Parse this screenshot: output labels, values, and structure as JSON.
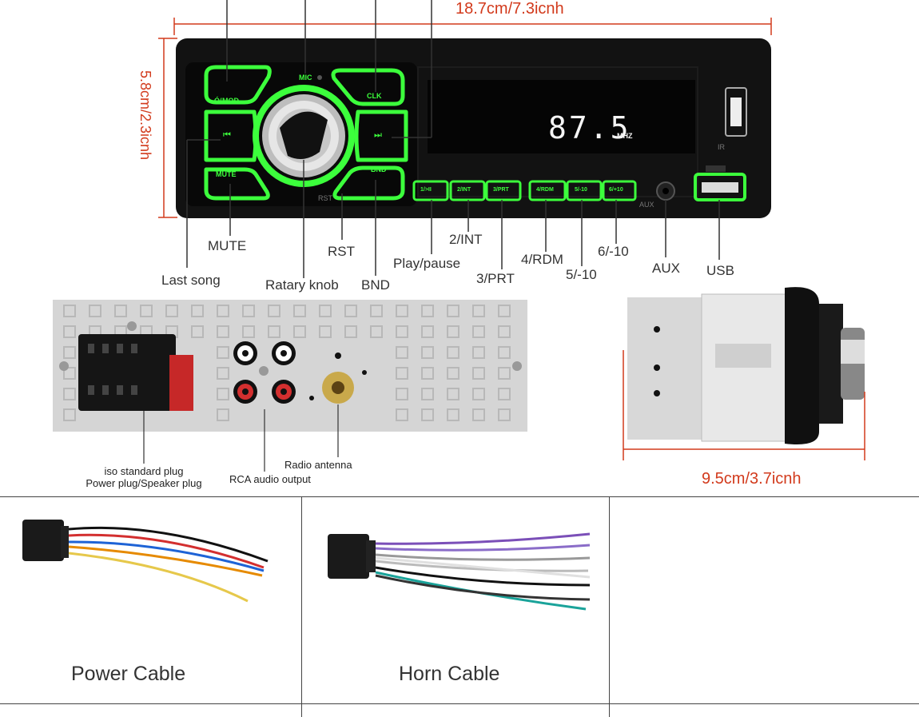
{
  "dimensions": {
    "width": "18.7cm/7.3icnh",
    "height": "5.8cm/2.3icnh",
    "depth": "9.5cm/3.7icnh"
  },
  "faceplate": {
    "display_text": "87.5",
    "display_unit": "MHZ",
    "buttons": {
      "mod": "MOD",
      "mic": "MIC",
      "clk": "CLK",
      "mute": "MUTE",
      "bnd": "BND",
      "rst": "RST",
      "presets": [
        "1/>II",
        "2/INT",
        "3/PRT",
        "4/RDM",
        "5/-10",
        "6/+10"
      ],
      "aux": "AUX",
      "ir": "IR"
    }
  },
  "callouts": {
    "mute": "MUTE",
    "last_song": "Last song",
    "rotary_knob": "Ratary knob",
    "rst": "RST",
    "bnd": "BND",
    "play_pause": "Play/pause",
    "int": "2/INT",
    "prt": "3/PRT",
    "rdm": "4/RDM",
    "minus10": "5/-10",
    "plus10": "6/-10",
    "aux": "AUX",
    "usb": "USB"
  },
  "rear": {
    "iso_line1": "iso standard plug",
    "iso_line2": "Power plug/Speaker plug",
    "rca": "RCA audio output",
    "antenna": "Radio antenna"
  },
  "cables": [
    {
      "title": "Power Cable"
    },
    {
      "title": "Horn Cable"
    },
    {
      "title": ""
    }
  ],
  "colors": {
    "green_led": "#3cff3c",
    "dimension_red": "#d23a1c",
    "body_black": "#121212"
  }
}
